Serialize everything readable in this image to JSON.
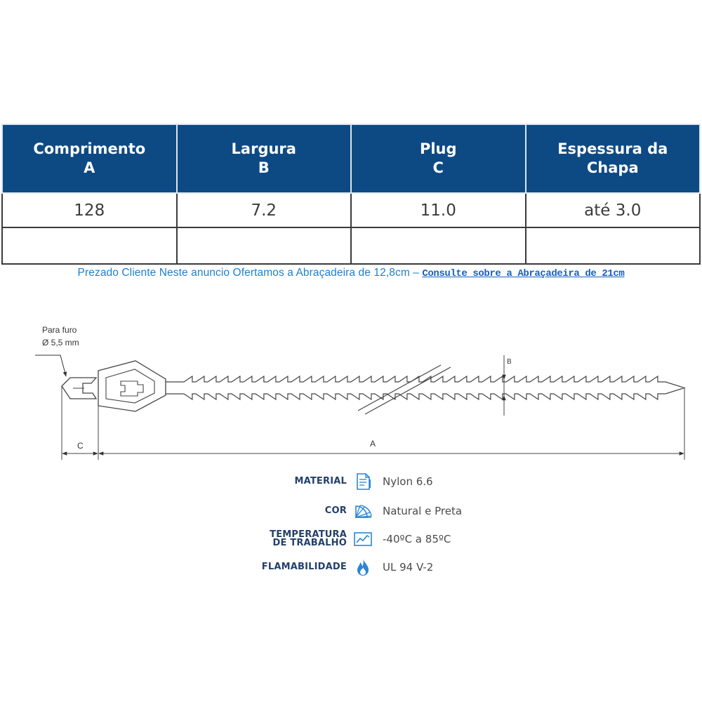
{
  "table": {
    "headers": [
      {
        "line1": "Comprimento",
        "line2": "A"
      },
      {
        "line1": "Largura",
        "line2": "B"
      },
      {
        "line1": "Plug",
        "line2": "C"
      },
      {
        "line1": "Espessura da",
        "line2": "Chapa"
      }
    ],
    "row": [
      "128",
      "7.2",
      "11.0",
      "até 3.0"
    ]
  },
  "notice": {
    "text": "Prezado Cliente Neste anuncio Ofertamos a Abraçadeira de 12,8cm – ",
    "link": "Consulte sobre a Abraçadeira de 21cm"
  },
  "drawing": {
    "hole_label_1": "Para furo",
    "hole_label_2": "Ø 5,5 mm",
    "dim_a": "A",
    "dim_b": "B",
    "dim_c": "C"
  },
  "properties": [
    {
      "label_lines": [
        "MATERIAL"
      ],
      "icon": "document-icon",
      "value": "Nylon 6.6"
    },
    {
      "label_lines": [
        "COR"
      ],
      "icon": "color-swatch-icon",
      "value": "Natural e Preta"
    },
    {
      "label_lines": [
        "TEMPERATURA",
        "DE TRABALHO"
      ],
      "icon": "chart-line-icon",
      "value": "-40ºC a 85ºC"
    },
    {
      "label_lines": [
        "FLAMABILIDADE"
      ],
      "icon": "flame-icon",
      "value": "UL 94 V-2"
    }
  ],
  "colors": {
    "header_bg": "#0d4a84",
    "notice_text": "#1d7fd0",
    "label_navy": "#23406a",
    "icon_blue": "#2a86d6"
  }
}
